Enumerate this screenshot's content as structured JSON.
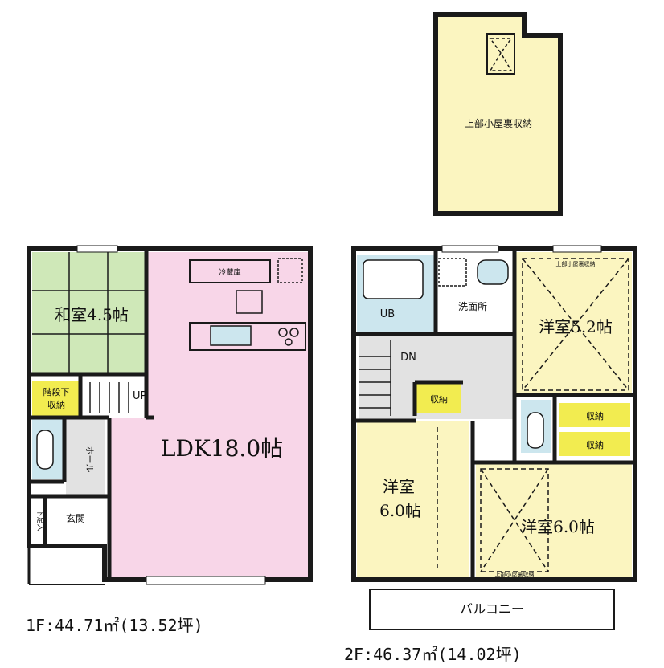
{
  "colors": {
    "wall": "#1a1a1a",
    "tatami": "#cfe8b8",
    "ldk": "#f8d6e8",
    "room": "#fbf5c0",
    "yellow": "#f2ec50",
    "wet": "#cce6ee",
    "hall": "#e2e2e2"
  },
  "attic": {
    "label": "上部小屋裏収納"
  },
  "floor1": {
    "washitsu": "和室4.5帖",
    "stair_storage_line1": "階段下",
    "stair_storage_line2": "収納",
    "up": "UP",
    "ldk": "LDK18.0帖",
    "hall": "ホール",
    "genkan": "玄関",
    "shoe": "下足入",
    "fridge": "冷蔵庫",
    "caption": "1F:44.71㎡(13.52坪)"
  },
  "floor2": {
    "ub": "UB",
    "washroom": "洗面所",
    "dn": "DN",
    "storage1": "収納",
    "storage2": "収納",
    "storage3": "収納",
    "room52": "洋室5.2帖",
    "room60a_line1": "洋室",
    "room60a_line2": "6.0帖",
    "room60b": "洋室6.0帖",
    "attic_above_right": "上部小屋裏収納",
    "attic_above_bottom": "上部小屋裏収納",
    "balcony": "バルコニー",
    "caption": "2F:46.37㎡(14.02坪)"
  }
}
